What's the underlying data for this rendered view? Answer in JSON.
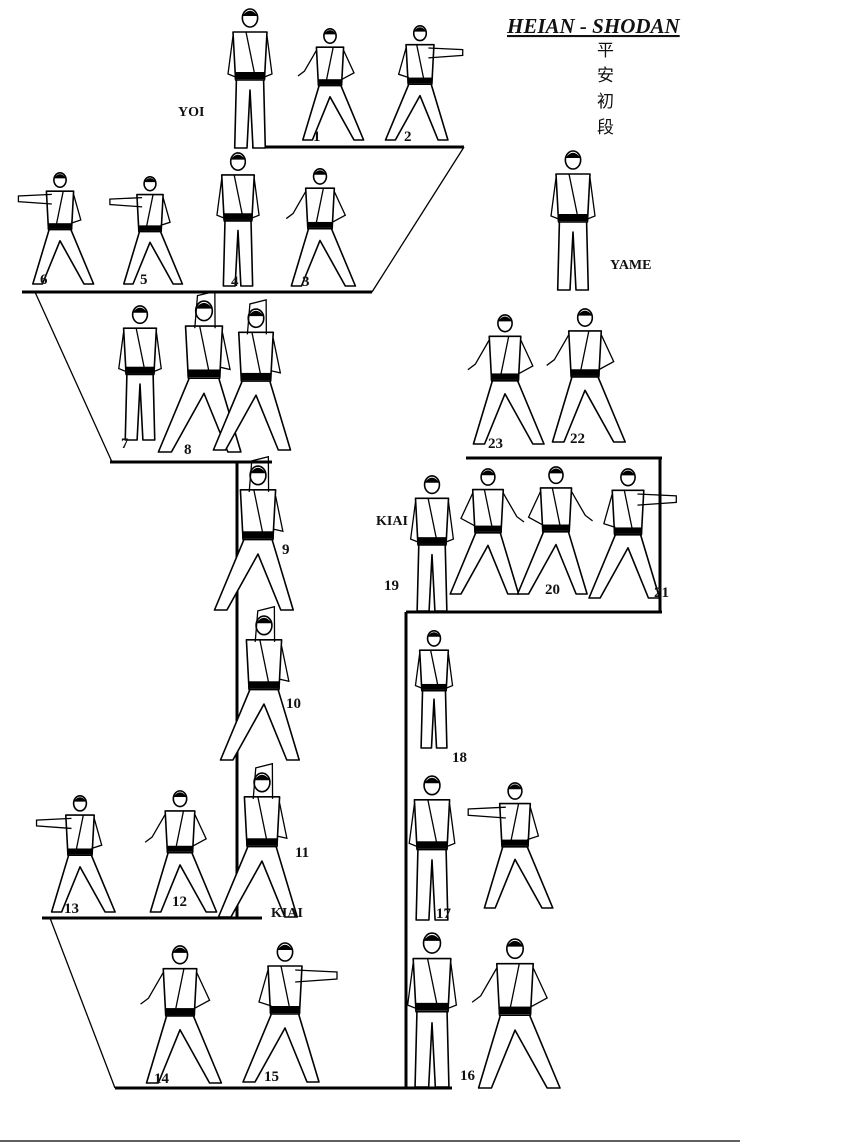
{
  "title": "HEIAN - SHODAN",
  "kanji": [
    "平",
    "安",
    "初",
    "段"
  ],
  "labels": {
    "yoi": "YOI",
    "yame": "YAME",
    "kiai_upper": "KIAI",
    "kiai_lower": "KIAI"
  },
  "moves": [
    "1",
    "2",
    "3",
    "4",
    "5",
    "6",
    "7",
    "8",
    "9",
    "10",
    "11",
    "12",
    "13",
    "14",
    "15",
    "16",
    "17",
    "18",
    "19",
    "20",
    "21",
    "22",
    "23"
  ],
  "colors": {
    "ink": "#000000",
    "paper": "#ffffff"
  }
}
